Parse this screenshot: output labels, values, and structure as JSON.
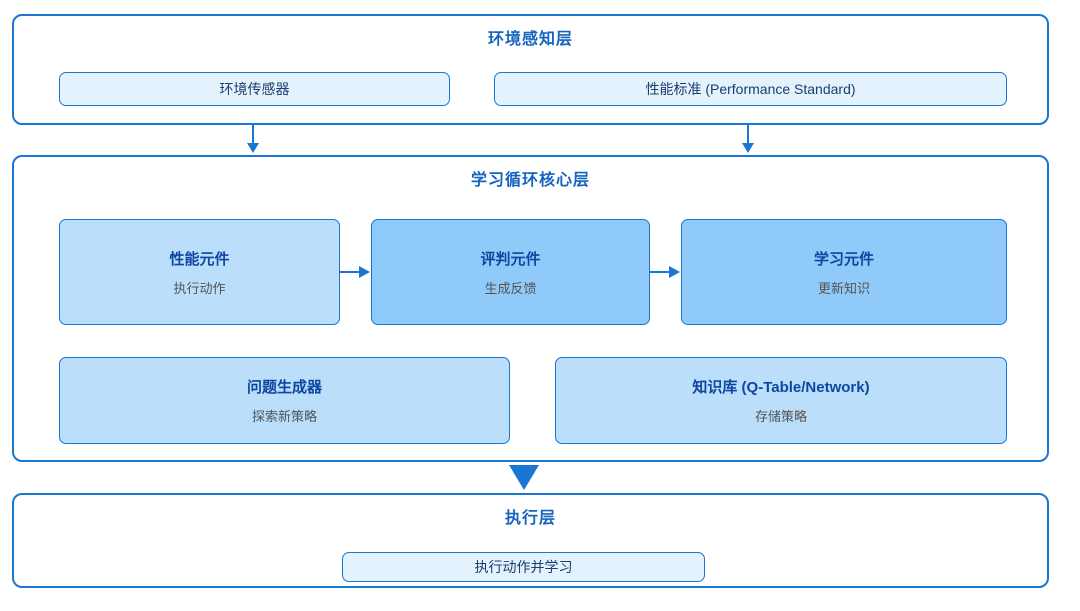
{
  "colors": {
    "border": "#1976D2",
    "layer_background": "#ffffff",
    "node_light": "#E3F2FD",
    "node_mid": "#BBDEFB",
    "node_dark": "#90CAF9",
    "layer_title_text": "#1565C0",
    "node_title_text": "#0D47A1",
    "node_label_text": "#1A3E6E",
    "node_subtitle_text": "#545454",
    "arrow": "#1976D2"
  },
  "layers": [
    {
      "title": "环境感知层",
      "boxes": [
        {
          "label": "环境传感器"
        },
        {
          "label": "性能标准 (Performance Standard)"
        }
      ]
    },
    {
      "title": "学习循环核心层",
      "row1": [
        {
          "title": "性能元件",
          "subtitle": "执行动作"
        },
        {
          "title": "评判元件",
          "subtitle": "生成反馈"
        },
        {
          "title": "学习元件",
          "subtitle": "更新知识"
        }
      ],
      "row2": [
        {
          "title": "问题生成器",
          "subtitle": "探索新策略"
        },
        {
          "title": "知识库 (Q-Table/Network)",
          "subtitle": "存储策略"
        }
      ]
    },
    {
      "title": "执行层",
      "boxes": [
        {
          "label": "执行动作并学习"
        }
      ]
    }
  ]
}
